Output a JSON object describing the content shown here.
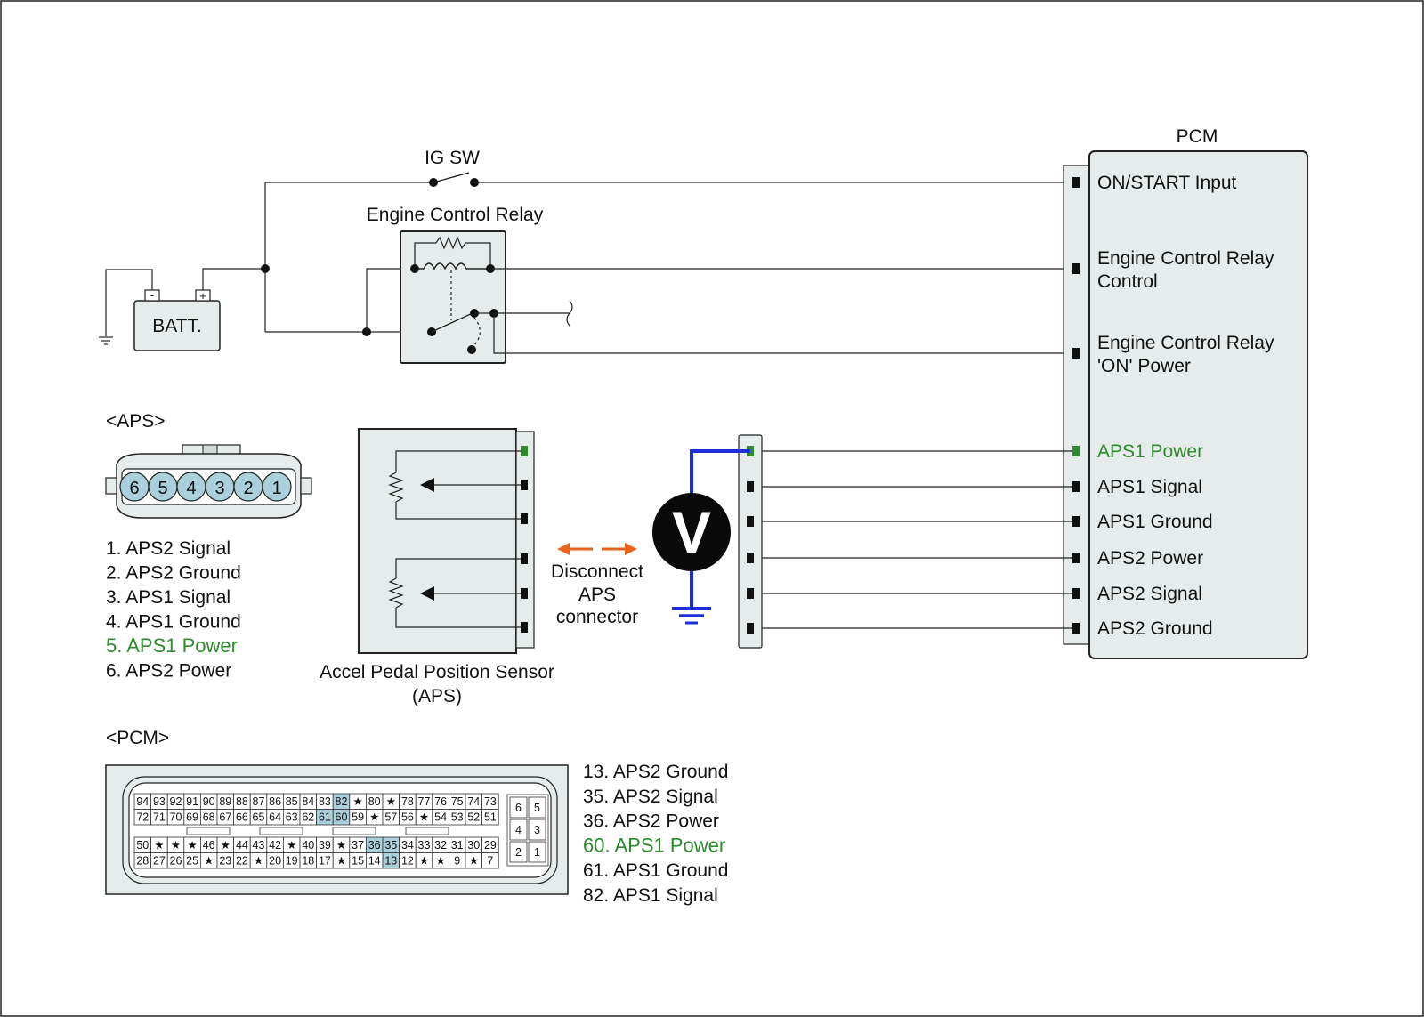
{
  "colors": {
    "panel_fill": "#e6ecec",
    "highlight": "#2e8b2e",
    "meter_wire": "#1c2fd8",
    "disconnect_arrow": "#e8641e",
    "pin_highlight": "#a9d0db",
    "aps_pin_fill": "#a9d0db"
  },
  "ig_sw": {
    "label": "IG SW"
  },
  "relay": {
    "label": "Engine Control Relay"
  },
  "battery": {
    "label": "BATT.",
    "neg": "-",
    "pos": "+"
  },
  "pcm": {
    "title": "PCM",
    "pins": [
      {
        "label1": "ON/START Input",
        "label2": "",
        "highlight": false
      },
      {
        "label1": "Engine Control Relay",
        "label2": "Control",
        "highlight": false
      },
      {
        "label1": "Engine Control Relay",
        "label2": "'ON' Power",
        "highlight": false
      },
      {
        "label1": "APS1 Power",
        "label2": "",
        "highlight": true
      },
      {
        "label1": "APS1 Signal",
        "label2": "",
        "highlight": false
      },
      {
        "label1": "APS1 Ground",
        "label2": "",
        "highlight": false
      },
      {
        "label1": "APS2 Power",
        "label2": "",
        "highlight": false
      },
      {
        "label1": "APS2 Signal",
        "label2": "",
        "highlight": false
      },
      {
        "label1": "APS2 Ground",
        "label2": "",
        "highlight": false
      }
    ]
  },
  "aps_connector": {
    "title": "<APS>",
    "pin_numbers": [
      "6",
      "5",
      "4",
      "3",
      "2",
      "1"
    ],
    "pin_list": [
      {
        "text": "1. APS2 Signal",
        "highlight": false
      },
      {
        "text": "2. APS2 Ground",
        "highlight": false
      },
      {
        "text": "3. APS1 Signal",
        "highlight": false
      },
      {
        "text": "4. APS1 Ground",
        "highlight": false
      },
      {
        "text": "5. APS1 Power",
        "highlight": true
      },
      {
        "text": "6. APS2 Power",
        "highlight": false
      }
    ]
  },
  "sensor": {
    "label1": "Accel Pedal Position Sensor",
    "label2": "(APS)"
  },
  "disconnect": {
    "line1": "Disconnect",
    "line2": "APS",
    "line3": "connector"
  },
  "voltmeter": {
    "symbol": "V"
  },
  "pcm_connector": {
    "title": "<PCM>",
    "rows": [
      [
        "94",
        "93",
        "92",
        "91",
        "90",
        "89",
        "88",
        "87",
        "86",
        "85",
        "84",
        "83",
        "82",
        "★",
        "80",
        "★",
        "78",
        "77",
        "76",
        "75",
        "74",
        "73"
      ],
      [
        "72",
        "71",
        "70",
        "69",
        "68",
        "67",
        "66",
        "65",
        "64",
        "63",
        "62",
        "61",
        "60",
        "59",
        "★",
        "57",
        "56",
        "★",
        "54",
        "53",
        "52",
        "51"
      ],
      [
        "50",
        "★",
        "★",
        "★",
        "46",
        "★",
        "44",
        "43",
        "42",
        "★",
        "40",
        "39",
        "★",
        "37",
        "36",
        "35",
        "34",
        "33",
        "32",
        "31",
        "30",
        "29"
      ],
      [
        "28",
        "27",
        "26",
        "25",
        "★",
        "23",
        "22",
        "★",
        "20",
        "19",
        "18",
        "17",
        "★",
        "15",
        "14",
        "13",
        "12",
        "★",
        "★",
        "9",
        "★",
        "7"
      ]
    ],
    "highlighted_pins": [
      "82",
      "61",
      "60",
      "36",
      "35",
      "13"
    ],
    "side_pins": [
      [
        "6",
        "5"
      ],
      [
        "4",
        "3"
      ],
      [
        "2",
        "1"
      ]
    ],
    "pin_list": [
      {
        "text": "13. APS2 Ground",
        "highlight": false
      },
      {
        "text": "35. APS2 Signal",
        "highlight": false
      },
      {
        "text": "36. APS2 Power",
        "highlight": false
      },
      {
        "text": "60. APS1 Power",
        "highlight": true
      },
      {
        "text": "61. APS1 Ground",
        "highlight": false
      },
      {
        "text": "82. APS1 Signal",
        "highlight": false
      }
    ]
  }
}
